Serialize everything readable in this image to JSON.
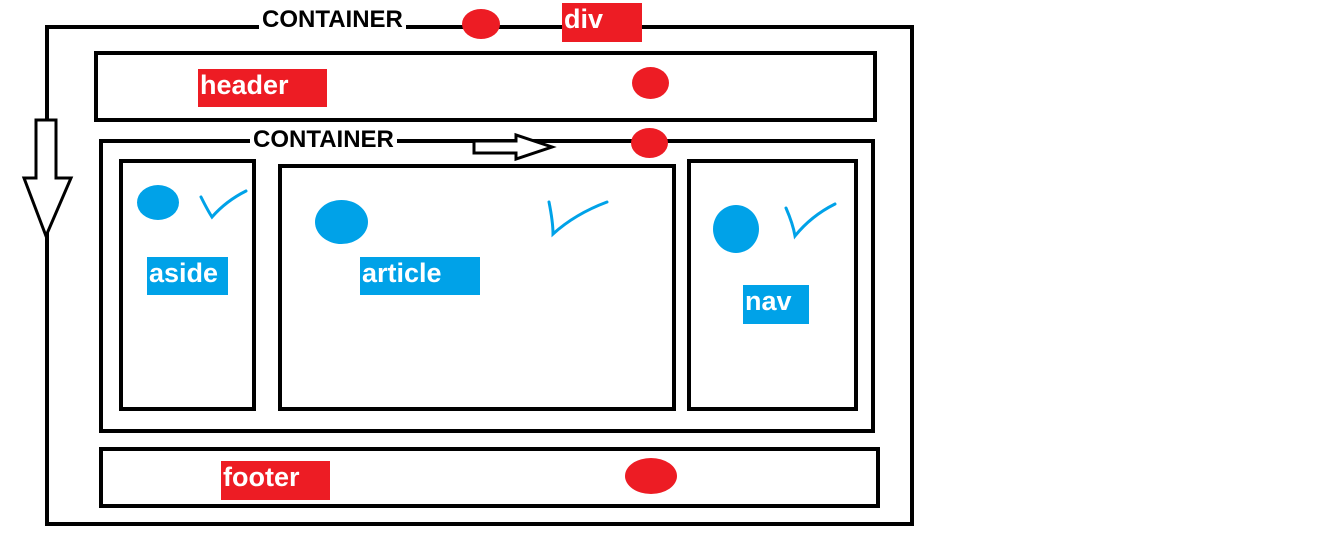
{
  "outer": {
    "caption": "CONTAINER",
    "tag_label": "div"
  },
  "header": {
    "label": "header"
  },
  "inner": {
    "caption": "CONTAINER"
  },
  "aside": {
    "label": "aside"
  },
  "article": {
    "label": "article"
  },
  "nav": {
    "label": "nav"
  },
  "footer": {
    "label": "footer"
  },
  "colors": {
    "outline": "#000000",
    "red_marker": "#ed1c24",
    "blue_marker": "#00a2e8",
    "background": "#ffffff"
  },
  "icons": {
    "vertical_direction": "arrow-down-icon",
    "horizontal_direction": "arrow-right-icon",
    "red_marker": "red-dot-icon",
    "blue_marker": "blue-dot-icon",
    "checked_marker": "check-mark-icon"
  }
}
